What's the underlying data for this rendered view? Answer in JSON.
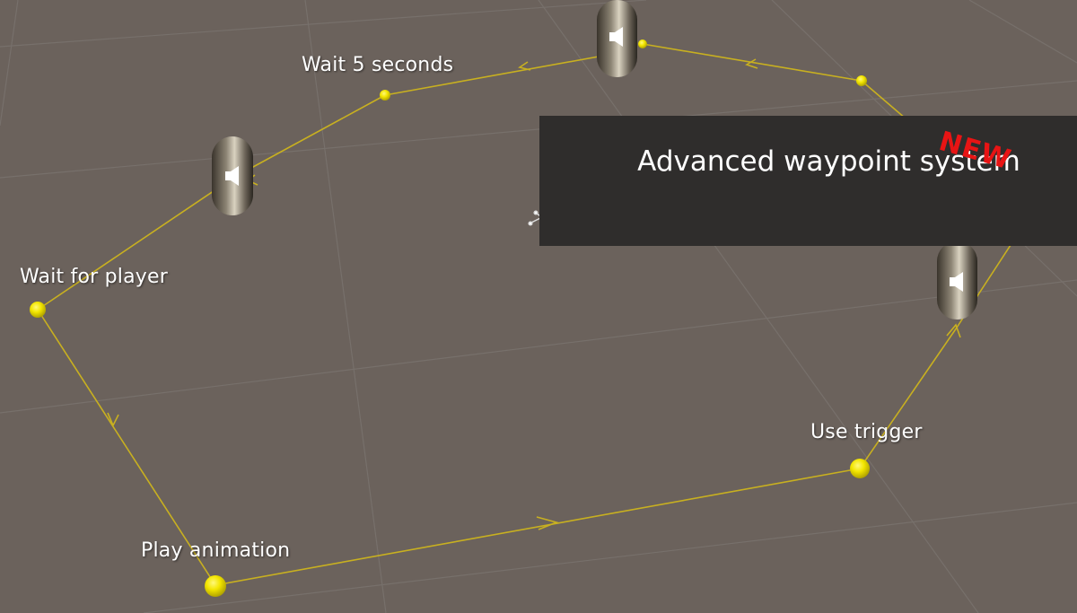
{
  "banner": {
    "title": "Advanced waypoint system",
    "badge": "NEW"
  },
  "waypoint_labels": {
    "wait_5_seconds": "Wait 5 seconds",
    "wait_for_player": "Wait for player",
    "play_animation": "Play animation",
    "use_trigger": "Use trigger"
  },
  "colors": {
    "ground": "#6b625c",
    "grid": "#77706b",
    "path": "#c8b020",
    "waypoint": "#f3e600",
    "banner_bg": "#2f2d2c",
    "badge": "#e81414"
  },
  "icons": {
    "agent": "capsule-speaker-icon",
    "gizmo": "pivot-gizmo-icon",
    "active_waypoint": "green-waypoint-icon"
  }
}
